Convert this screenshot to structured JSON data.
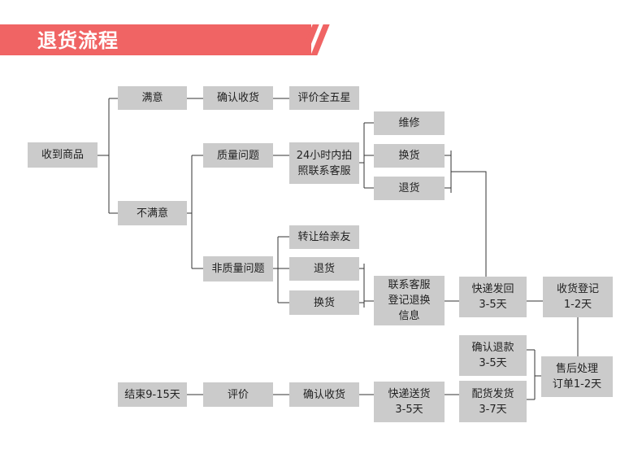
{
  "title": "退货流程",
  "colors": {
    "accent": "#f06464",
    "box": "#cbcbcb",
    "line": "#333333"
  },
  "nodes": {
    "received": "收到商品",
    "satisfied": "满意",
    "confirm_receipt_top": "确认收货",
    "five_star": "评价全五星",
    "unsatisfied": "不满意",
    "quality_issue": "质量问题",
    "photo_contact": [
      "24小时内拍",
      "照联系客服"
    ],
    "repair": "维修",
    "exchange_q": "换货",
    "return_q": "退货",
    "non_quality": "非质量问题",
    "gift_friend": "转让给亲友",
    "return_nq": "退货",
    "exchange_nq": "换货",
    "contact_register": [
      "联系客服",
      "登记退换",
      "信息"
    ],
    "ship_back": [
      "快递发回",
      "3-5天"
    ],
    "receive_register": [
      "收货登记",
      "1-2天"
    ],
    "confirm_refund": [
      "确认退款",
      "3-5天"
    ],
    "after_sales": [
      "售后处理",
      "订单1-2天"
    ],
    "deliver": [
      "配货发货",
      "3-7天"
    ],
    "ship_send": [
      "快递送货",
      "3-5天"
    ],
    "confirm_receipt_bottom": "确认收货",
    "review": "评价",
    "end": "结束9-15天"
  }
}
